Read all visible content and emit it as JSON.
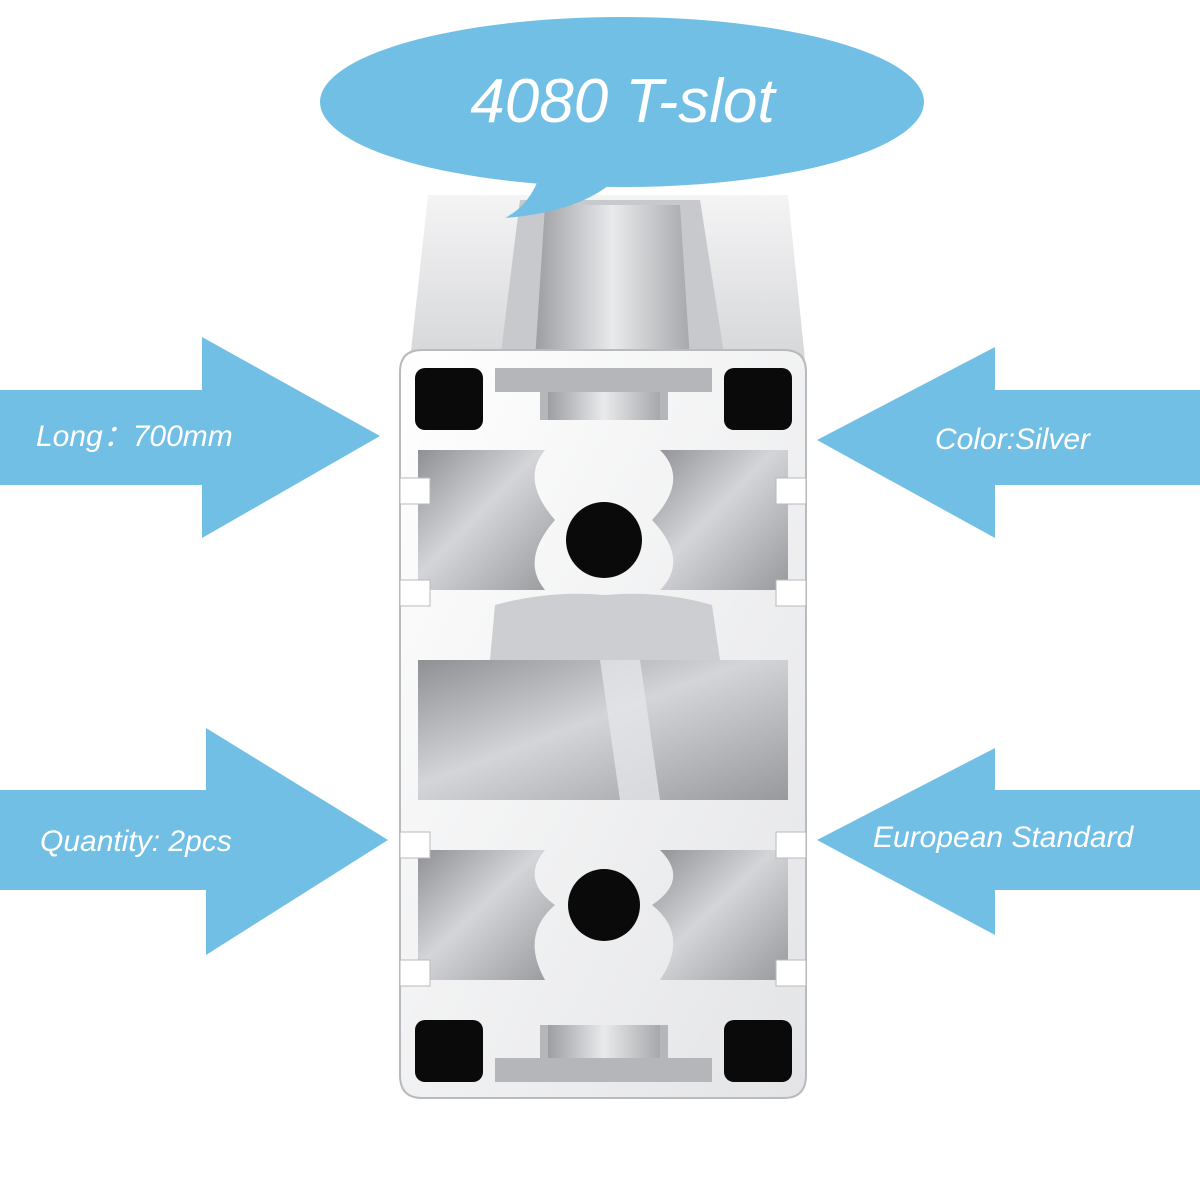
{
  "title": "4080 T-slot",
  "callouts": {
    "length": "Long：700mm",
    "color": "Color:Silver",
    "quantity": "Quantity: 2pcs",
    "standard": "European Standard"
  },
  "colors": {
    "accent": "#71bfe4",
    "text": "#ffffff",
    "profile": "#d9dadc",
    "profile_shadow": "#a9abae",
    "hole": "#0a0a0a"
  },
  "icons": [
    "speech-bubble",
    "arrow-right",
    "arrow-left",
    "extrusion-profile"
  ]
}
